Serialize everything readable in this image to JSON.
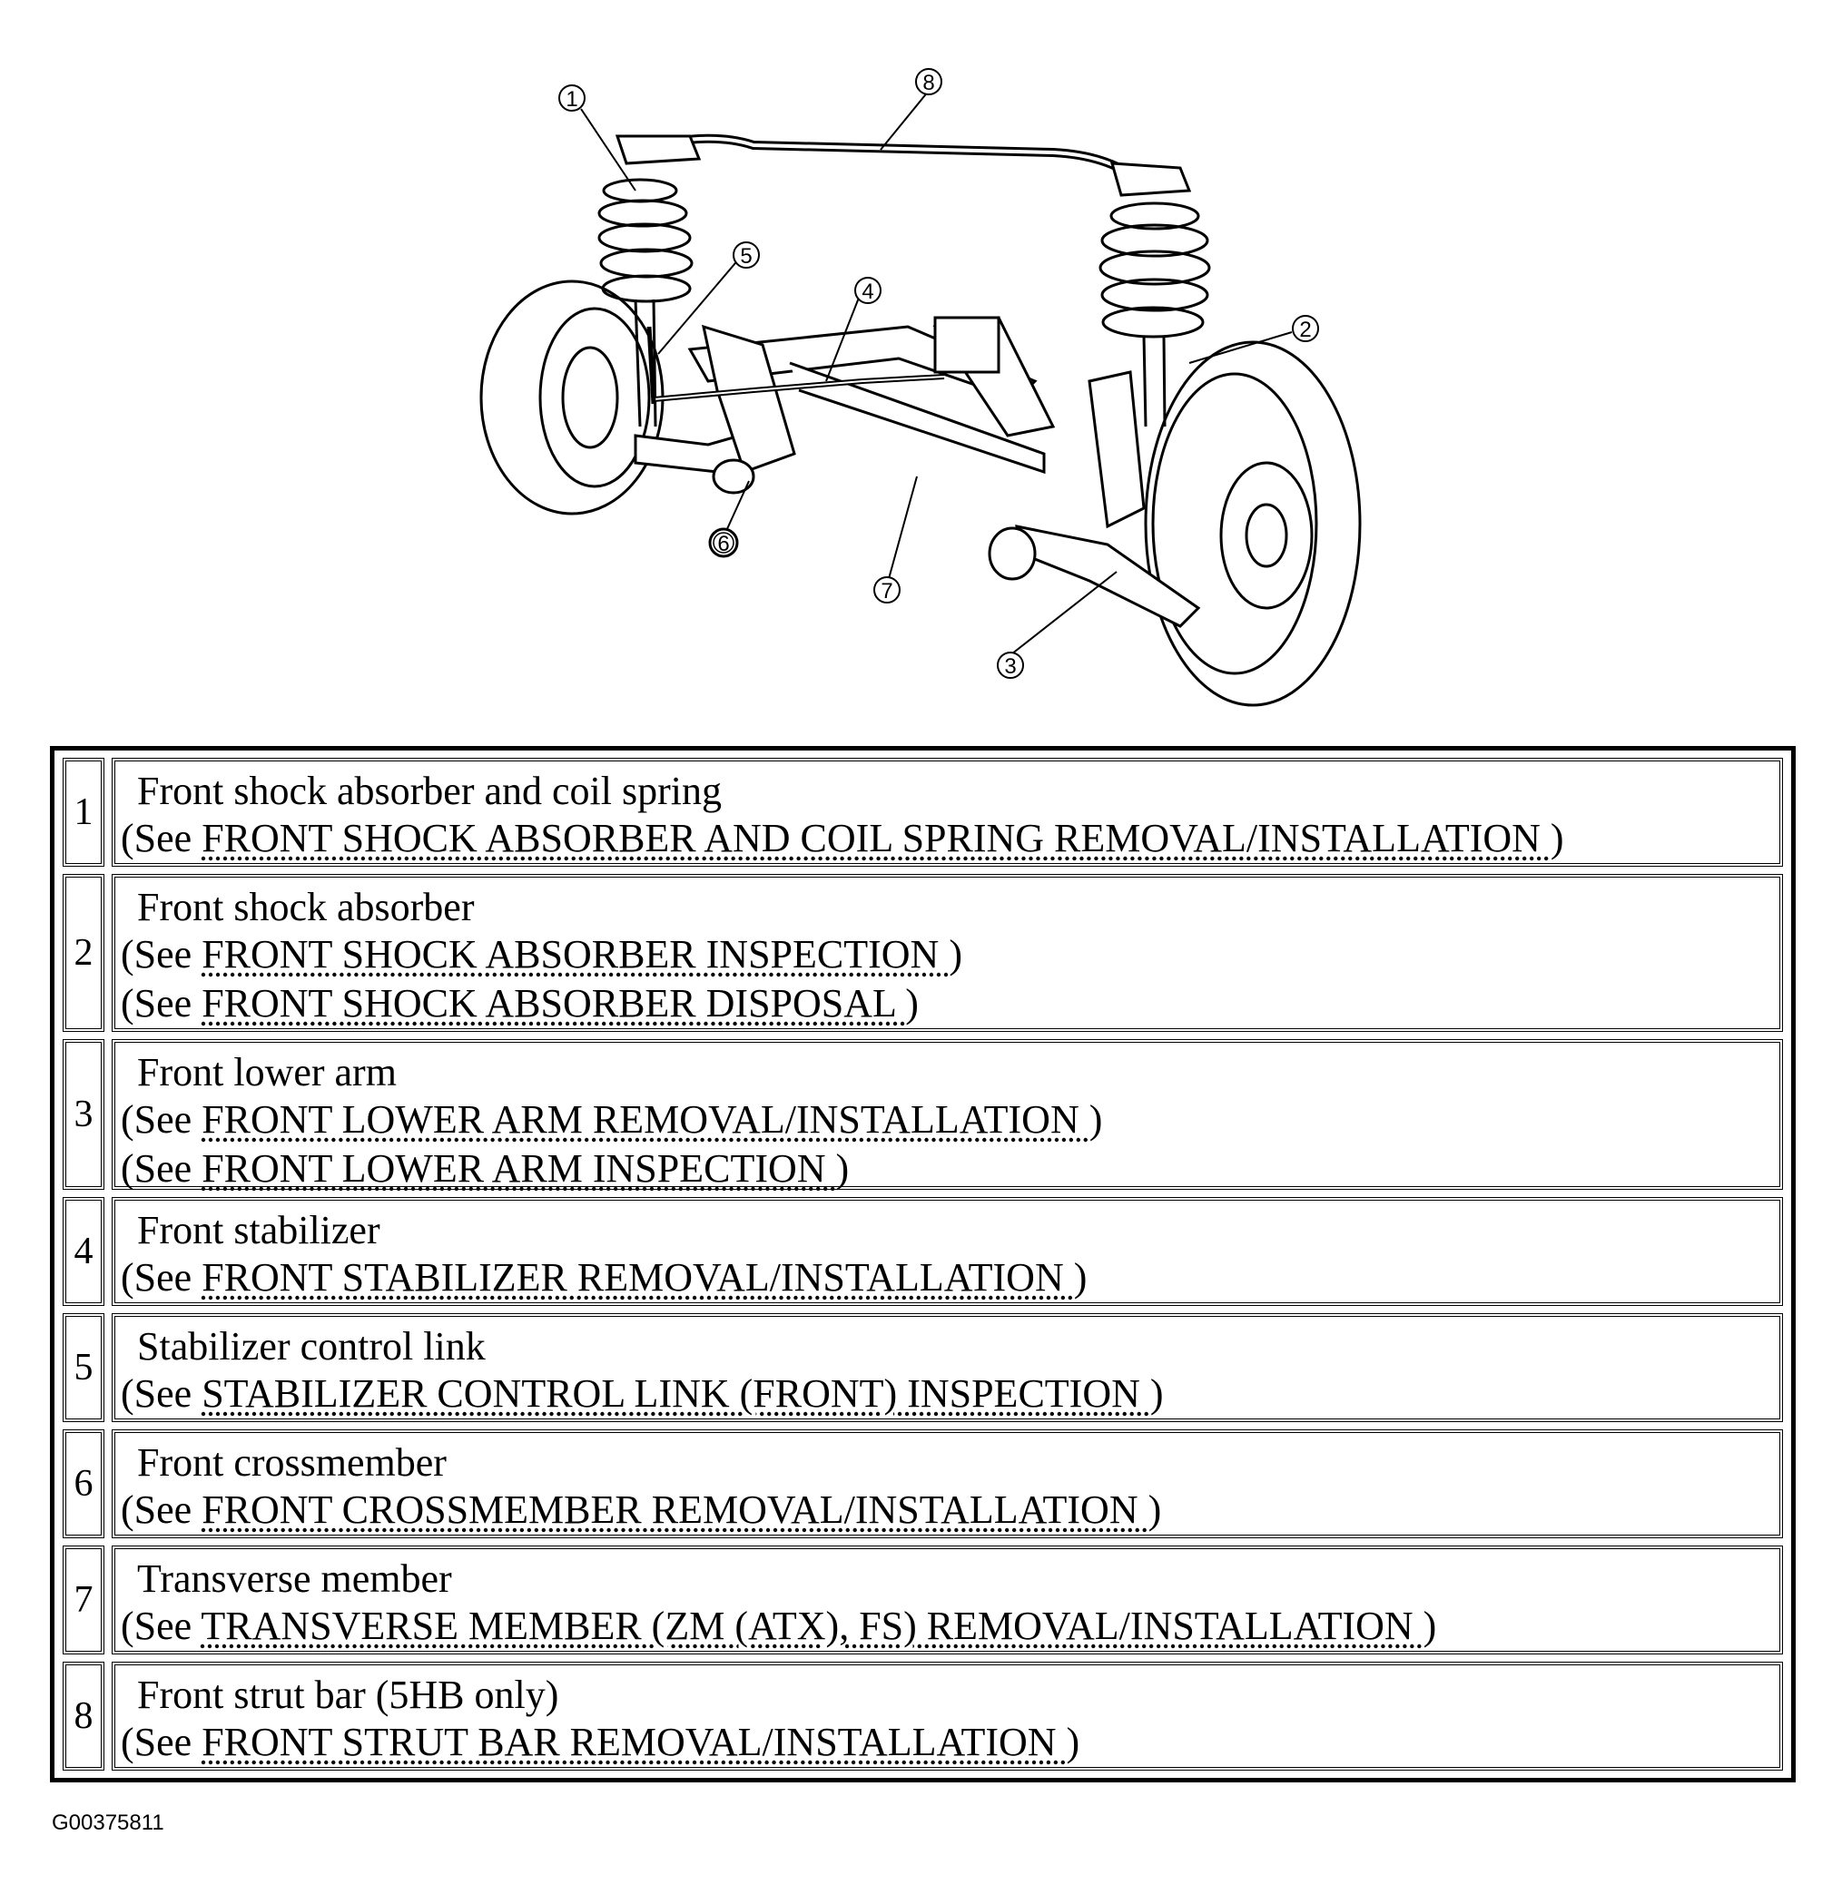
{
  "diagram": {
    "callouts": [
      "1",
      "2",
      "3",
      "4",
      "5",
      "6",
      "7",
      "8"
    ]
  },
  "parts": [
    {
      "num": "1",
      "name": "Front shock absorber and coil spring",
      "refs": [
        {
          "pre": "(See ",
          "link": "FRONT SHOCK ABSORBER AND COIL SPRING REMOVAL/INSTALLATION ",
          "post": ")"
        }
      ]
    },
    {
      "num": "2",
      "name": "Front shock absorber",
      "refs": [
        {
          "pre": "(See ",
          "link": "FRONT SHOCK ABSORBER INSPECTION ",
          "post": ")"
        },
        {
          "pre": "(See ",
          "link": "FRONT SHOCK ABSORBER DISPOSAL ",
          "post": ")"
        }
      ]
    },
    {
      "num": "3",
      "name": "Front lower arm",
      "refs": [
        {
          "pre": "(See ",
          "link": "FRONT LOWER ARM REMOVAL/INSTALLATION ",
          "post": ")"
        },
        {
          "pre": "(See ",
          "link": "FRONT LOWER ARM INSPECTION ",
          "post": ")"
        }
      ]
    },
    {
      "num": "4",
      "name": "Front stabilizer",
      "refs": [
        {
          "pre": "(See ",
          "link": "FRONT STABILIZER REMOVAL/INSTALLATION ",
          "post": ")"
        }
      ]
    },
    {
      "num": "5",
      "name": "Stabilizer control link",
      "refs": [
        {
          "pre": "(See ",
          "link": "STABILIZER CONTROL LINK (FRONT) INSPECTION ",
          "post": ")"
        }
      ]
    },
    {
      "num": "6",
      "name": "Front crossmember",
      "refs": [
        {
          "pre": "(See ",
          "link": "FRONT CROSSMEMBER REMOVAL/INSTALLATION ",
          "post": ")"
        }
      ]
    },
    {
      "num": "7",
      "name": "Transverse member",
      "refs": [
        {
          "pre": "(See ",
          "link": "TRANSVERSE MEMBER (ZM (ATX), FS) REMOVAL/INSTALLATION ",
          "post": ")"
        }
      ]
    },
    {
      "num": "8",
      "name": "Front strut bar (5HB only)",
      "refs": [
        {
          "pre": "(See ",
          "link": "FRONT STRUT BAR REMOVAL/INSTALLATION ",
          "post": ")"
        }
      ]
    }
  ],
  "figure_id": "G00375811"
}
